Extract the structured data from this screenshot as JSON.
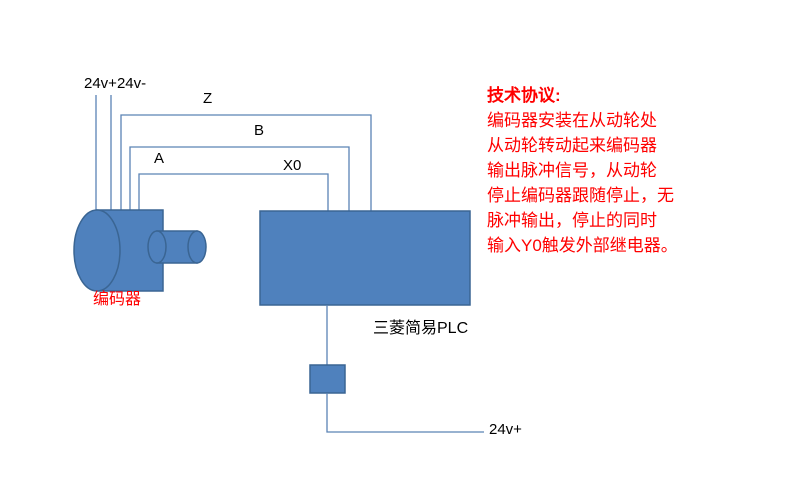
{
  "diagram": {
    "labels": {
      "power_top": "24v+24v-",
      "wire_z": "Z",
      "wire_b": "B",
      "wire_a": "A",
      "input_x0": "X0",
      "encoder": "编码器",
      "plc": "三菱简易PLC",
      "power_bottom": "24v+"
    },
    "note": {
      "title": "技术协议:",
      "lines": [
        "编码器安装在从动轮处",
        "从动轮转动起来编码器",
        "输出脉冲信号，从动轮",
        "停止编码器跟随停止，无",
        "脉冲输出，停止的同时",
        "输入Y0触发外部继电器。"
      ]
    },
    "colors": {
      "shape_fill": "#4f81bd",
      "shape_stroke": "#3a6593",
      "wire": "#5b83b5",
      "note_text": "#ff0000",
      "label_text": "#000000",
      "background": "#ffffff"
    }
  }
}
